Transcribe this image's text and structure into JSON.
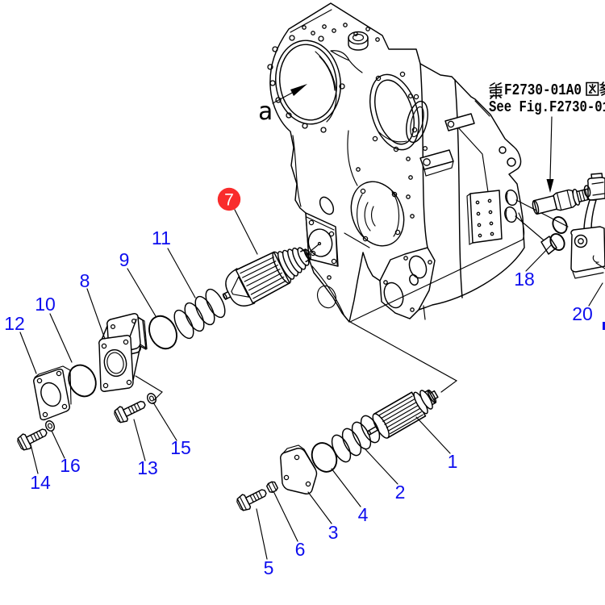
{
  "figure": {
    "type": "exploded-parts-diagram",
    "description": "Engine timing gear case exploded view with numbered part callouts",
    "background": "#ffffff",
    "line_color": "#000000",
    "label_color": "#0d0dee",
    "highlight_color": "#f92c2c",
    "view_label": "a",
    "note": {
      "line1_prefix": "第",
      "line1_code": "F2730-01A0",
      "line1_suffix": "図参",
      "line2": "See Fig.F2730-01"
    },
    "highlighted_callout": "7",
    "callouts": [
      {
        "num": "1"
      },
      {
        "num": "2"
      },
      {
        "num": "3"
      },
      {
        "num": "4"
      },
      {
        "num": "5"
      },
      {
        "num": "6"
      },
      {
        "num": "7"
      },
      {
        "num": "8"
      },
      {
        "num": "9"
      },
      {
        "num": "10"
      },
      {
        "num": "11"
      },
      {
        "num": "12"
      },
      {
        "num": "13"
      },
      {
        "num": "14"
      },
      {
        "num": "15"
      },
      {
        "num": "16"
      },
      {
        "num": "18"
      },
      {
        "num": "20"
      }
    ]
  }
}
